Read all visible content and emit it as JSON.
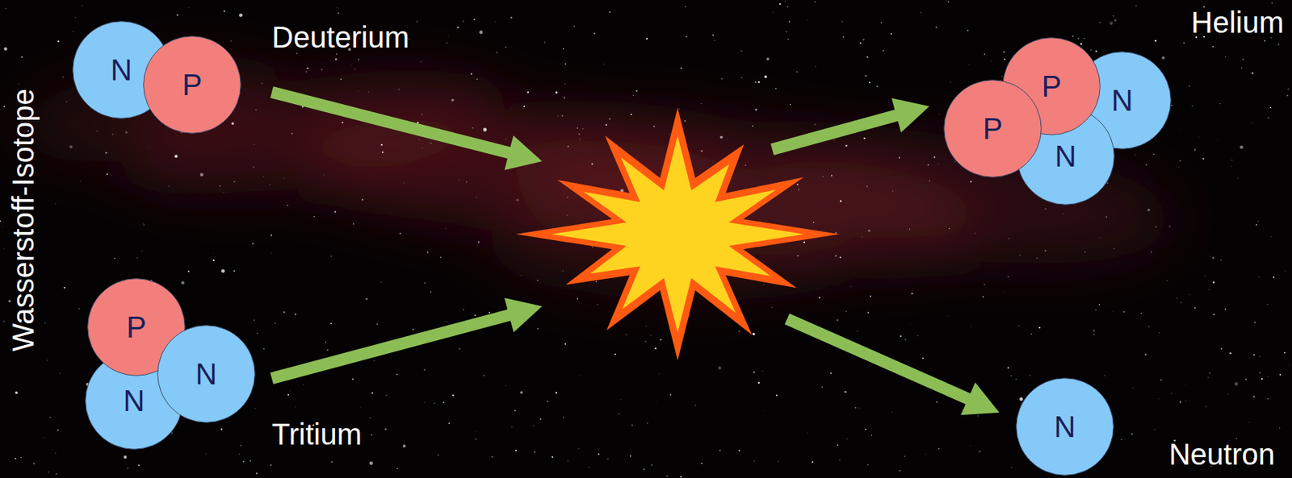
{
  "diagram": {
    "nodes": [
      {
        "text": [
          "N"
        ]
      },
      {
        "text": [
          "P"
        ]
      },
      {
        "text": [
          "P"
        ]
      },
      {
        "text": [
          "N"
        ]
      },
      {
        "text": [
          "N"
        ]
      },
      {
        "text": [
          "P"
        ]
      },
      {
        "text": [
          "N"
        ]
      },
      {
        "text": [
          "P"
        ]
      },
      {
        "text": [
          "N"
        ]
      },
      {
        "text": [
          "N"
        ]
      }
    ],
    "labels": [
      "Wasserstoff-Isotope",
      "Deuterium",
      "Tritium",
      "Helium",
      "Neutron"
    ]
  }
}
